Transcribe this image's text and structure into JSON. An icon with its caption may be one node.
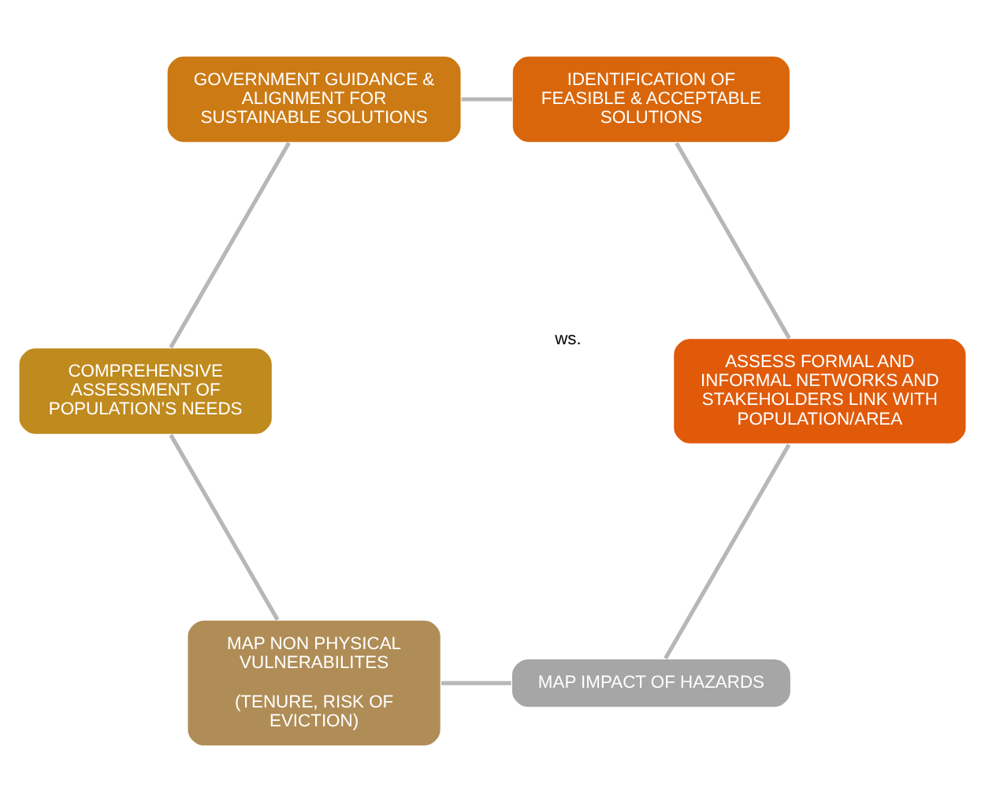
{
  "diagram": {
    "nodes": [
      {
        "text": [
          "MAP IMPACT OF HAZARDS"
        ]
      },
      {
        "text": [
          "MAP NON PHYSICAL VULNERABILITES",
          "(TENURE, RISK OF EVICTION)"
        ]
      },
      {
        "text": [
          "COMPREHENSIVE ASSESSMENT OF POPULATION’S NEEDS"
        ]
      },
      {
        "text": [
          "GOVERNMENT GUIDANCE & ALIGNMENT FOR SUSTAINABLE SOLUTIONS"
        ]
      },
      {
        "text": [
          "IDENTIFICATION OF FEASIBLE & ACCEPTABLE SOLUTIONS"
        ]
      },
      {
        "text": [
          "ASSESS FORMAL AND INFORMAL NETWORKS AND STAKEHOLDERS LINK WITH POPULATION/AREA"
        ]
      }
    ],
    "edges": [
      {
        "from": 0,
        "to": 1,
        "arrow": "none"
      },
      {
        "from": 1,
        "to": 2,
        "arrow": "none"
      },
      {
        "from": 2,
        "to": 3,
        "arrow": "none"
      },
      {
        "from": 3,
        "to": 4,
        "arrow": "none"
      },
      {
        "from": 4,
        "to": 5,
        "arrow": "none"
      },
      {
        "from": 5,
        "to": 0,
        "arrow": "none"
      }
    ],
    "labels": [
      "ws."
    ]
  }
}
